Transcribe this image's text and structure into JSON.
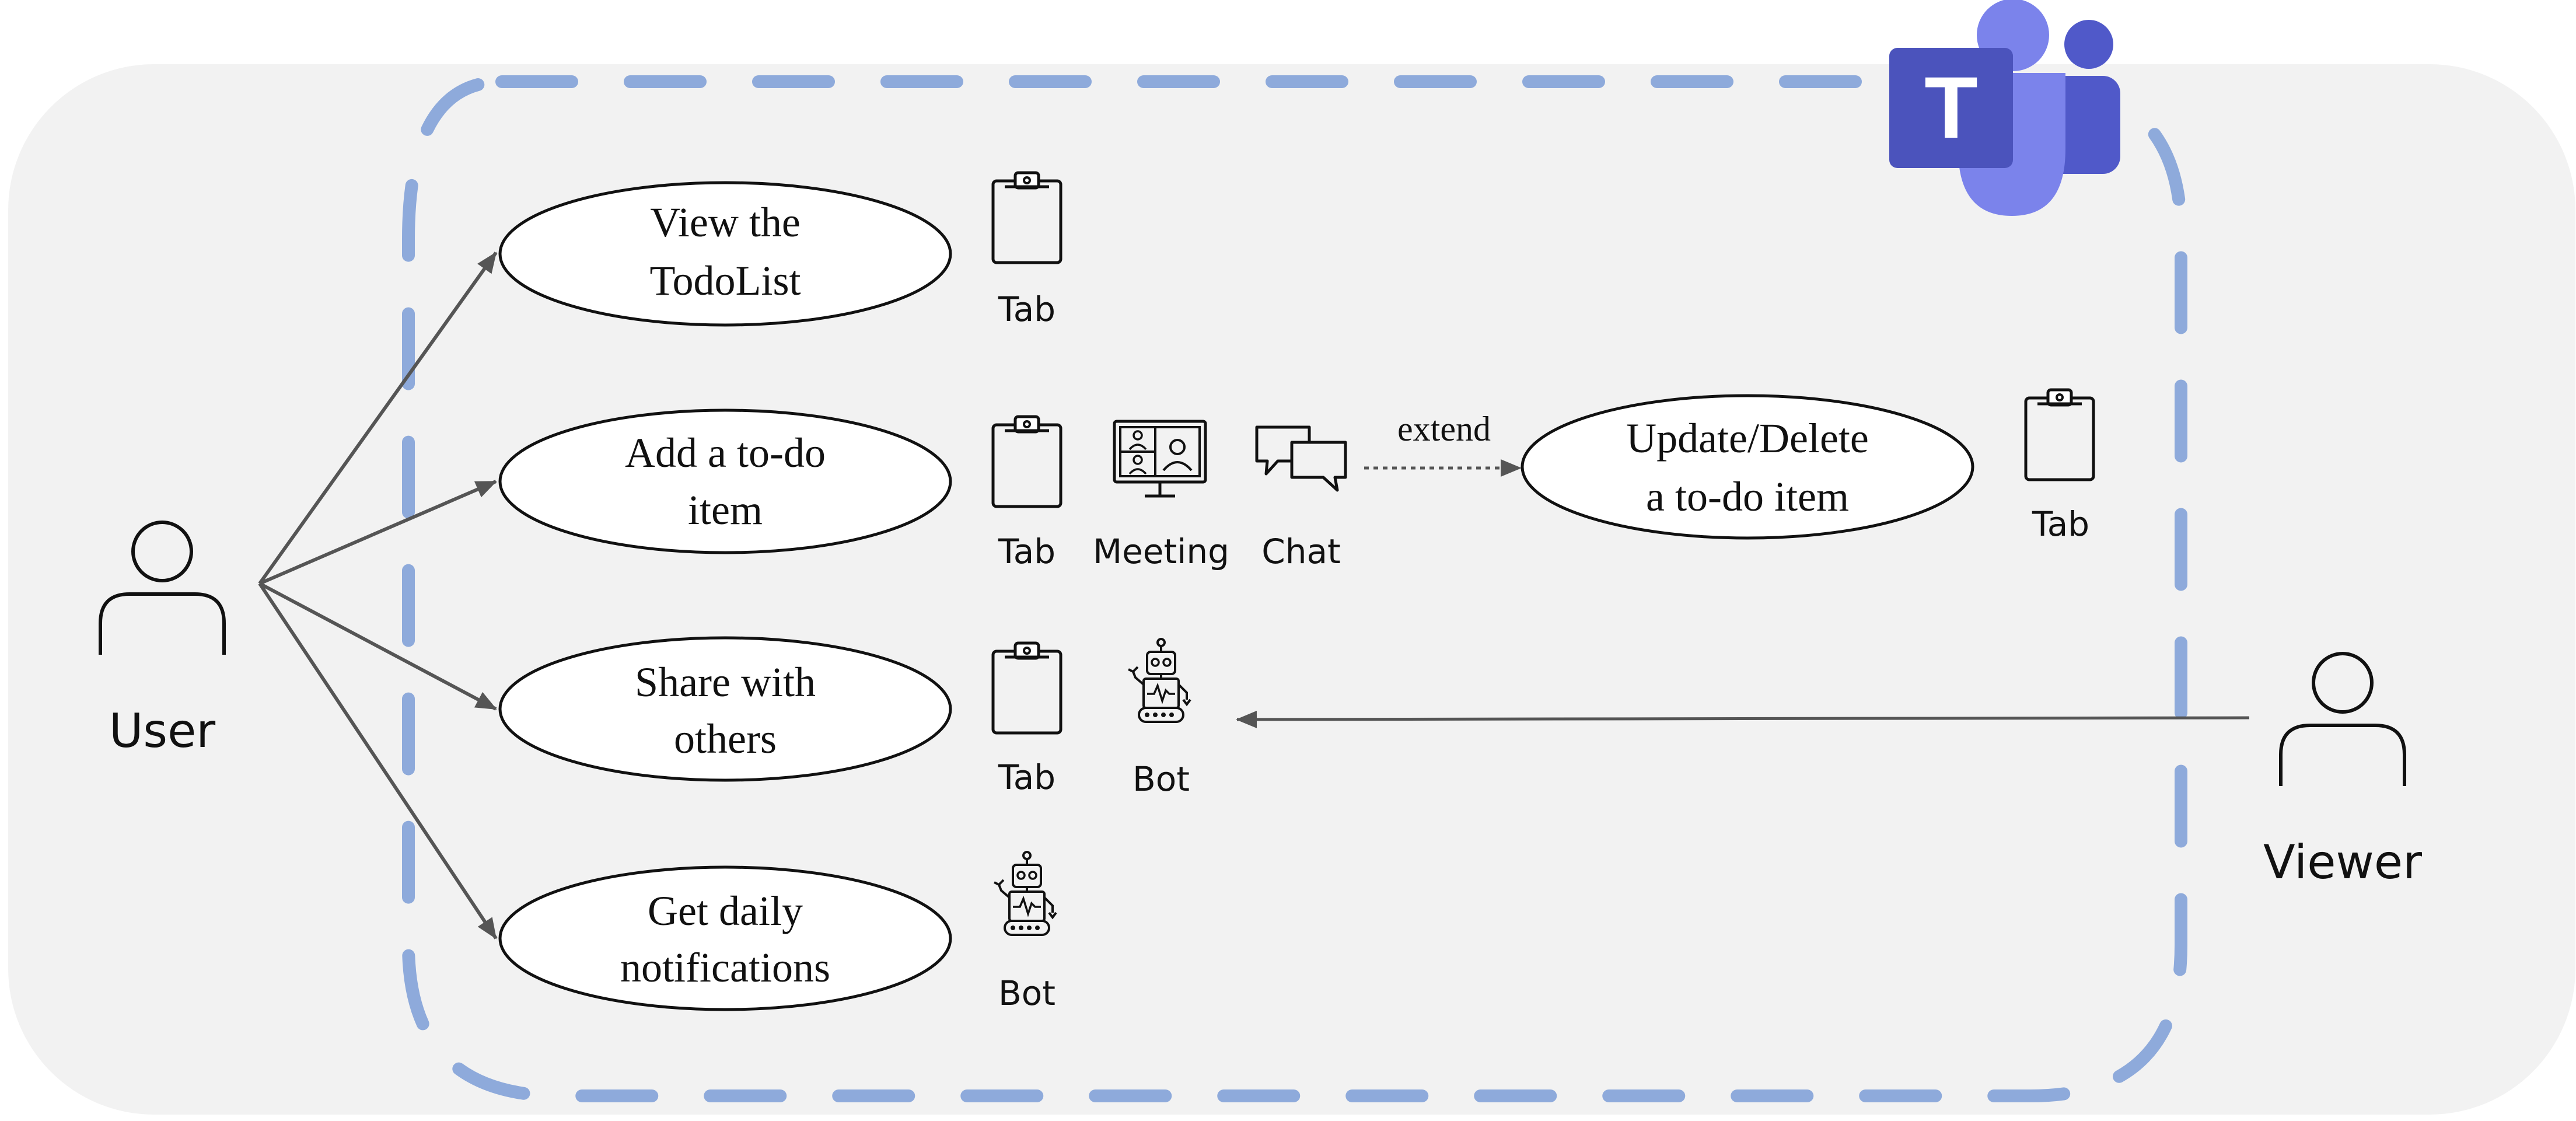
{
  "actors": {
    "user": "User",
    "viewer": "Viewer"
  },
  "use_cases": {
    "view": [
      "View the",
      "TodoList"
    ],
    "add": [
      "Add a to-do",
      "item"
    ],
    "share": [
      "Share with",
      "others"
    ],
    "notify": [
      "Get daily",
      "notifications"
    ],
    "update": [
      "Update/Delete",
      "a to-do item"
    ]
  },
  "capabilities": {
    "tab": "Tab",
    "meeting": "Meeting",
    "chat": "Chat",
    "bot": "Bot"
  },
  "relations": {
    "extend": "extend"
  },
  "logo": {
    "letter": "T"
  },
  "colors": {
    "background": "#f2f2f2",
    "boundary": "#8eaadb",
    "arrow": "#555555",
    "teams_dark": "#4b53bc",
    "teams_mid": "#5059c9",
    "teams_light": "#7b83eb"
  },
  "icons": [
    "clipboard-icon",
    "meeting-icon",
    "chat-icon",
    "robot-icon",
    "person-icon",
    "teams-logo"
  ]
}
